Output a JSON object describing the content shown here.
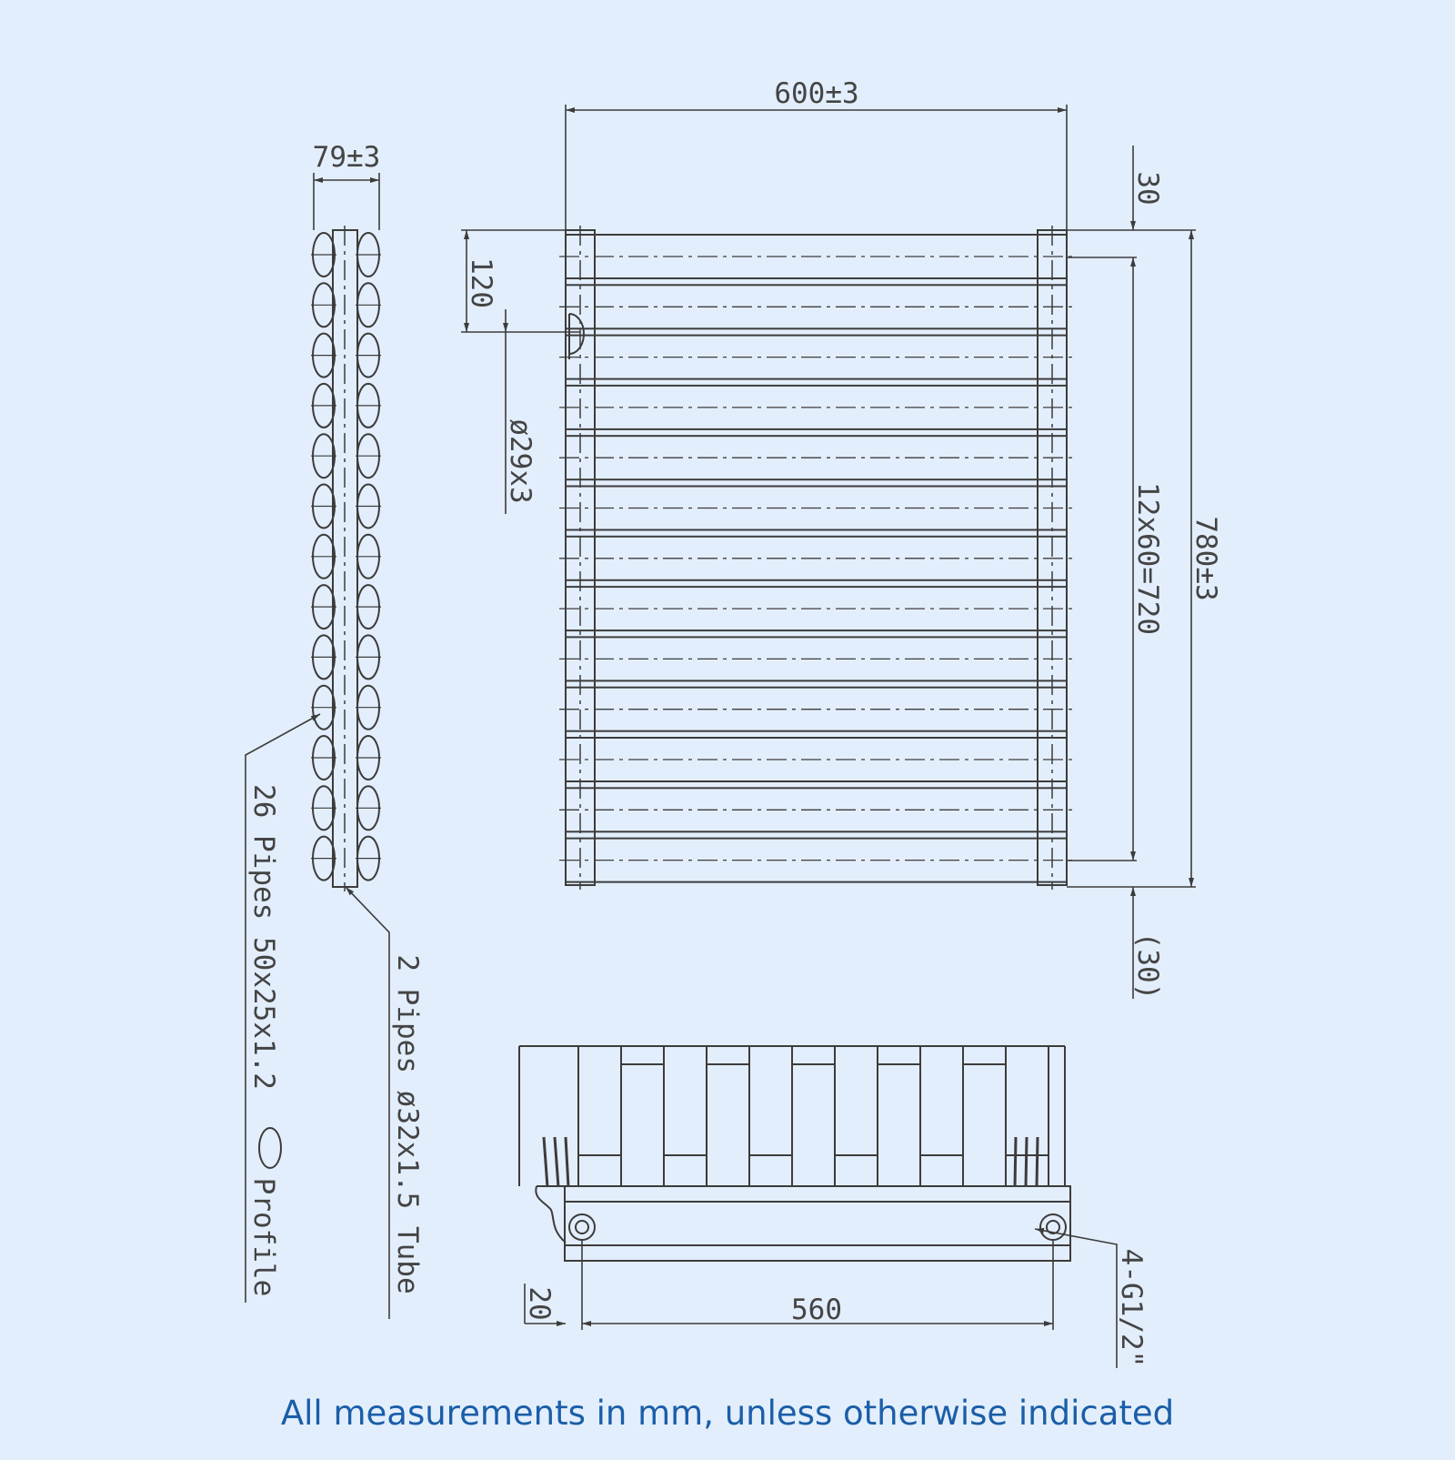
{
  "colors": {
    "background": "#e3eefc",
    "line": "#3c3c3c",
    "footer_text": "#1a5ea8"
  },
  "dimensions": {
    "overall_width": "600±3",
    "profile_depth": "79±3",
    "top_offset": "30",
    "bottom_offset": "(30)",
    "overall_height": "780±3",
    "tube_spacing": "12x60=720",
    "first_pipe_offset": "120",
    "rail_diameter": "ø29x3",
    "valve_centres": "560",
    "valve_offset": "20"
  },
  "callouts": {
    "horizontal_pipes": "26 Pipes 50x25x1.2",
    "horizontal_pipes_suffix": "Profile",
    "vertical_tubes": "2 Pipes ø32x1.5 Tube",
    "connections": "4-G1/2\""
  },
  "footer": {
    "note": "All measurements in mm, unless otherwise indicated"
  },
  "drawing": {
    "horizontal_tube_rows": 13,
    "profile_ovals_per_side": 13
  }
}
